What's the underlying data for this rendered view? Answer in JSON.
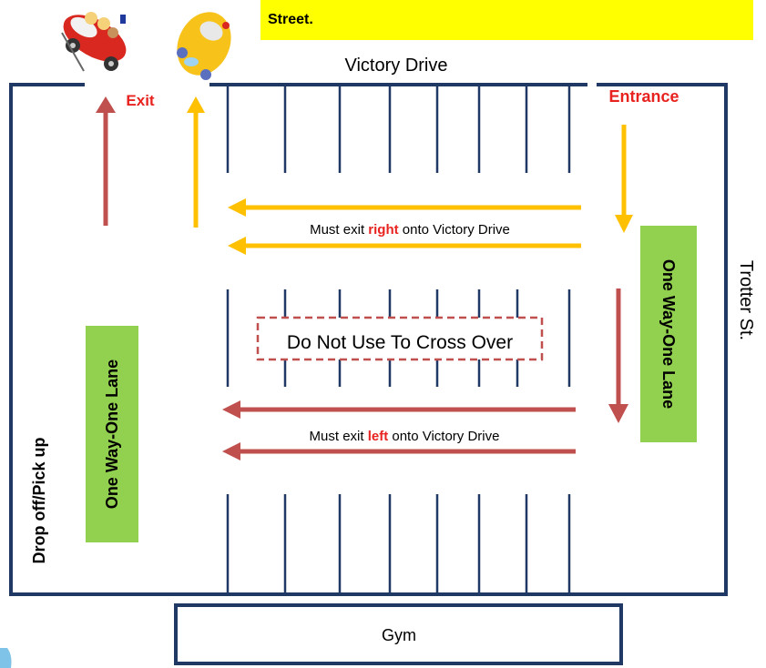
{
  "banner": {
    "text": "Street."
  },
  "streets": {
    "top": "Victory Drive",
    "right": "Trotter St.",
    "left_side": "Drop off/Pick up"
  },
  "labels": {
    "exit": "Exit",
    "entrance": "Entrance",
    "lane_right": "One Way-One Lane",
    "lane_left": "One Way-One Lane",
    "no_cross": "Do Not Use To Cross Over",
    "gym": "Gym"
  },
  "rules": {
    "upper": {
      "prefix": "Must exit ",
      "emphasis": "right",
      "suffix": " onto Victory Drive"
    },
    "lower": {
      "prefix": "Must exit ",
      "emphasis": "left",
      "suffix": " onto Victory Drive"
    }
  },
  "icons": {
    "car_red": "red-convertible-car-icon",
    "car_yellow": "yellow-beetle-car-icon"
  },
  "colors": {
    "banner": "#ffff00",
    "border": "#1f3864",
    "red_arrow": "#c0504d",
    "yellow_arrow": "#ffc000",
    "red_text": "#e8231f",
    "lane_box": "#92d050",
    "dashed_box": "#c0504d"
  }
}
